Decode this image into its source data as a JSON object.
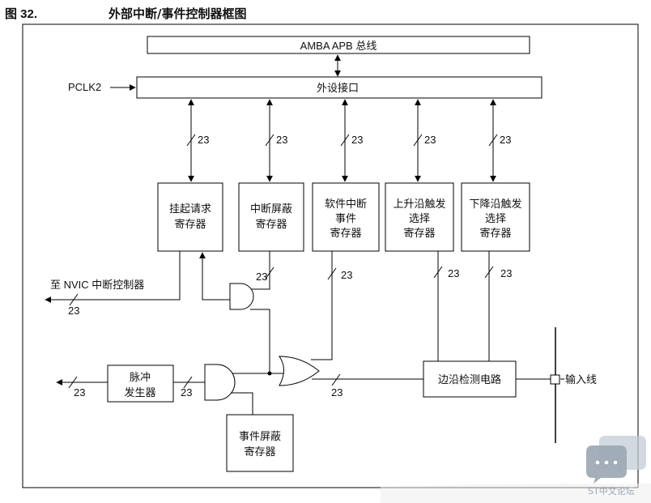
{
  "figure": {
    "number": "图 32.",
    "title": "外部中断/事件控制器框图"
  },
  "blocks": {
    "apb_bus": "AMBA APB 总线",
    "peripheral_interface": "外设接口",
    "pclk2": "PCLK2",
    "pending_request_register": [
      "挂起请求",
      "寄存器"
    ],
    "interrupt_mask_register": [
      "中断屏蔽",
      "寄存器"
    ],
    "software_interrupt_event_register": [
      "软件中断",
      "事件",
      "寄存器"
    ],
    "rising_trigger_select_register": [
      "上升沿触发",
      "选择",
      "寄存器"
    ],
    "falling_trigger_select_register": [
      "下降沿触发",
      "选择",
      "寄存器"
    ],
    "edge_detect_circuit": "边沿检测电路",
    "input_line": "输入线",
    "pulse_generator": [
      "脉冲",
      "发生器"
    ],
    "event_mask_register": [
      "事件屏蔽",
      "寄存器"
    ],
    "nvic_output": "至 NVIC 中断控制器"
  },
  "bus_width": "23",
  "watermark": {
    "text": "ST中文论坛",
    "icon": "chat-bubble-icon"
  }
}
